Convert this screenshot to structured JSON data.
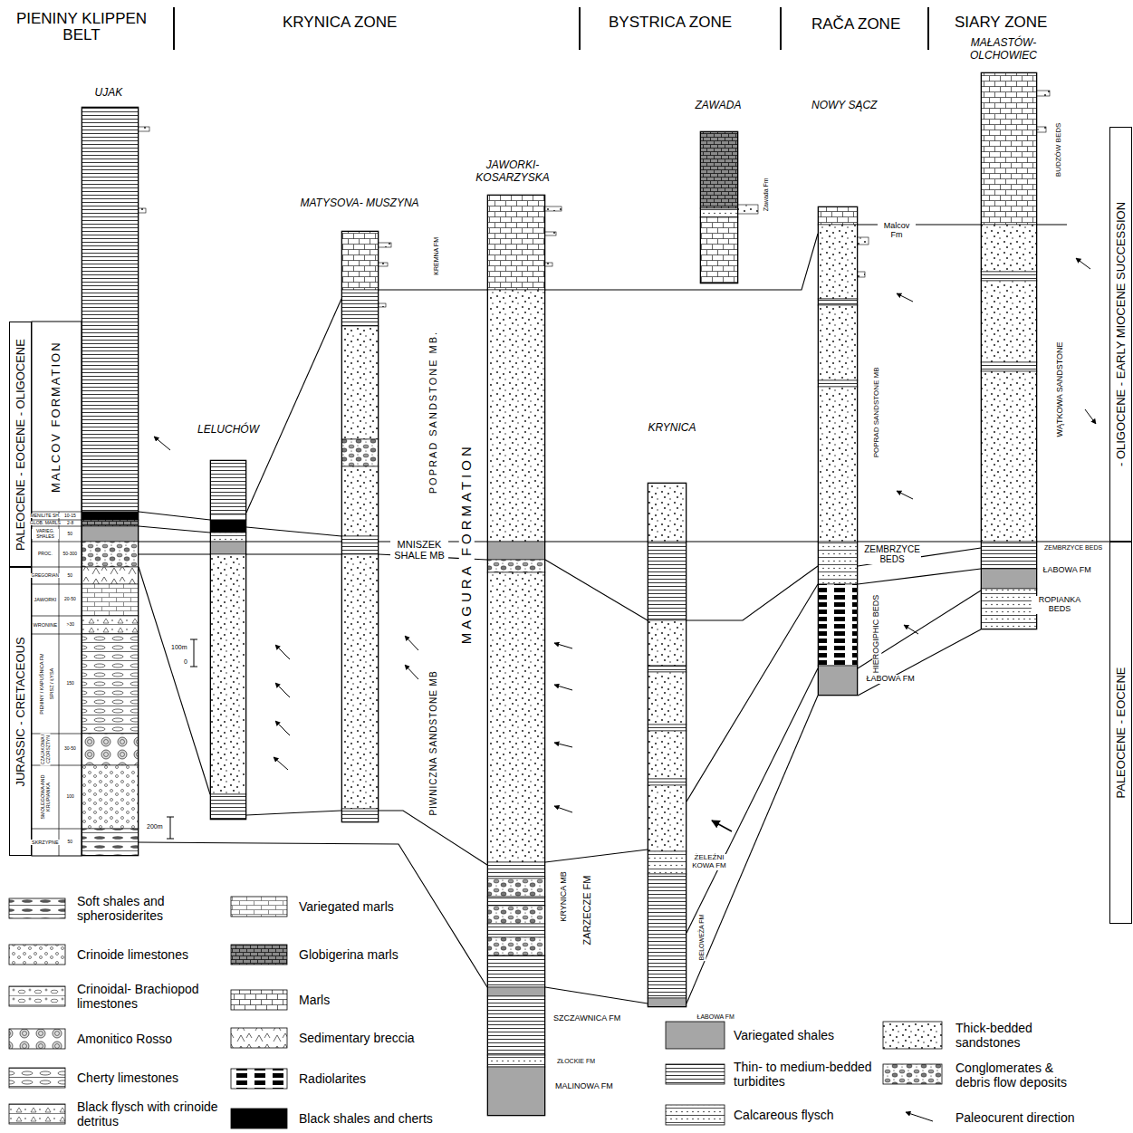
{
  "diagram": {
    "nodes": [
      {
        "text": [
          "UJAK"
        ]
      },
      {
        "text": [
          "LELUCHÓW"
        ]
      },
      {
        "text": [
          "MATYSOVA- MUSZYNA"
        ]
      },
      {
        "text": [
          "JAWORKI- KOSARZYSKA"
        ]
      },
      {
        "text": [
          "KRYNICA"
        ]
      },
      {
        "text": [
          "ZAWADA"
        ]
      },
      {
        "text": [
          "NOWY SĄCZ"
        ]
      },
      {
        "text": [
          "MAŁASTÓW- OLCHOWIEC"
        ]
      },
      {
        "text": [
          "PALEOCENE - EOCENE - OLIGOCENE"
        ]
      },
      {
        "text": [
          "JURASSIC - CRETACEOUS"
        ]
      },
      {
        "text": [
          "- OLIGOCENE - EARLY MIOCENE SUCCESSION"
        ]
      },
      {
        "text": [
          "PALEOCENE - EOCENE"
        ]
      }
    ],
    "edges": [
      {
        "from": 0,
        "to": 1,
        "arrow": "none"
      },
      {
        "from": 0,
        "to": 1,
        "arrow": "none"
      },
      {
        "from": 0,
        "to": 1,
        "arrow": "none"
      },
      {
        "from": 0,
        "to": 1,
        "arrow": "none"
      },
      {
        "from": 0,
        "to": 1,
        "arrow": "none"
      },
      {
        "from": 0,
        "to": 3,
        "arrow": "none"
      },
      {
        "from": 1,
        "to": 2,
        "arrow": "none"
      },
      {
        "from": 1,
        "to": 2,
        "arrow": "none"
      },
      {
        "from": 1,
        "to": 2,
        "arrow": "none"
      },
      {
        "from": 1,
        "to": 2,
        "arrow": "none"
      },
      {
        "from": 1,
        "to": 2,
        "arrow": "none"
      },
      {
        "from": 2,
        "to": 3,
        "arrow": "none"
      },
      {
        "from": 2,
        "to": 3,
        "arrow": "none"
      },
      {
        "from": 2,
        "to": 3,
        "arrow": "none"
      },
      {
        "from": 2,
        "to": 3,
        "arrow": "none"
      },
      {
        "from": 3,
        "to": 6,
        "arrow": "none"
      },
      {
        "from": 3,
        "to": 4,
        "arrow": "none"
      },
      {
        "from": 4,
        "to": 6,
        "arrow": "none"
      },
      {
        "from": 6,
        "to": 7,
        "arrow": "none"
      },
      {
        "from": 3,
        "to": 4,
        "arrow": "none"
      },
      {
        "from": 4,
        "to": 6,
        "arrow": "none"
      },
      {
        "from": 6,
        "to": 7,
        "arrow": "none"
      },
      {
        "from": 3,
        "to": 4,
        "arrow": "none"
      },
      {
        "from": 3,
        "to": 4,
        "arrow": "none"
      },
      {
        "from": 4,
        "to": 6,
        "arrow": "none"
      },
      {
        "from": 4,
        "to": 6,
        "arrow": "none"
      },
      {
        "from": 4,
        "to": 6,
        "arrow": "none"
      },
      {
        "from": 6,
        "to": 7,
        "arrow": "none"
      },
      {
        "from": 6,
        "to": 7,
        "arrow": "none"
      },
      {
        "from": 6,
        "to": 7,
        "arrow": "none"
      },
      {
        "from": 6,
        "to": 7,
        "arrow": "none"
      }
    ],
    "labels": [
      "PIENINY KLIPPEN BELT",
      "KRYNICA ZONE",
      "BYSTRICA ZONE",
      "RAČA ZONE",
      "SIARY ZONE",
      "MALCOV FORMATION",
      "MENILITE SH.",
      "GLOB. MARLS",
      "VARIEG. SHALES",
      "PROC.",
      "GREGORIAN",
      "JAWORKI",
      "WRONINE",
      "PIENINY / KAPUŚNICA FM",
      "SPISZ / ŁYSA",
      "CZAJAKOWA / CZORSZTYN",
      "SMOLEGOWA AND KRUPIANKA",
      "SKRZYPNE",
      "10-15",
      "2-8",
      "50",
      "50-300",
      "50",
      "20-50",
      ">30",
      "150",
      "30-50",
      "100",
      "50",
      "100m",
      "0",
      "200m",
      "POPRAD SANDSTONE MB.",
      "MNISZEK SHALE MB",
      "MAGURA FORMATION",
      "PIWNICZNA SANDSTONE MB",
      "KREMNA FM",
      "KRYNICA MB",
      "ZARZECZE FM",
      "SZCZAWNICA FM",
      "ZŁOCKIE FM",
      "MALINOWA FM",
      "ŻELEŹNI KOWA FM",
      "BELOWEŻA FM",
      "ŁABOWA FM",
      "Zawada Fm",
      "Malcov Fm",
      "POPRAD SANDSTONE MB",
      "ZEMBRZYCE BEDS",
      "HIEROGIPHIC BEDS",
      "ŁABOWA FM",
      "BUDZÓW BEDS",
      "WĄTKOWA SANDSTONE",
      "ZEMBRZYCE BEDS",
      "ŁABOWA FM",
      "ROPIANKA BEDS"
    ],
    "legend": [
      {
        "text": "Soft shales and spherosiderites"
      },
      {
        "text": "Crinoide limestones"
      },
      {
        "text": "Crinoidal- Brachiopod limestones"
      },
      {
        "text": "Amonitico Rosso"
      },
      {
        "text": "Cherty limestones"
      },
      {
        "text": "Black flysch with crinoide detritus"
      },
      {
        "text": "Variegated marls"
      },
      {
        "text": "Globigerina marls"
      },
      {
        "text": "Marls"
      },
      {
        "text": "Sedimentary breccia"
      },
      {
        "text": "Radiolarites"
      },
      {
        "text": "Black shales and cherts",
        "color": "#000000"
      },
      {
        "text": "Variegated shales",
        "color": "#a6a6a6"
      },
      {
        "text": "Thin- to medium-bedded turbidites"
      },
      {
        "text": "Calcareous flysch"
      },
      {
        "text": "Thick-bedded sandstones"
      },
      {
        "text": "Conglomerates & debris flow deposits"
      },
      {
        "text": "Paleocurent direction"
      }
    ]
  }
}
